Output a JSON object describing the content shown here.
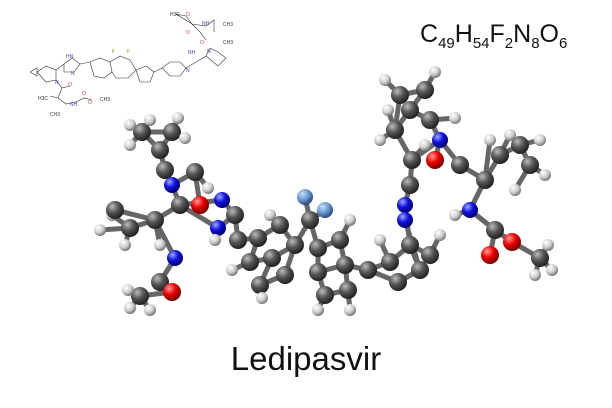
{
  "title": "Ledipasvir",
  "formula": {
    "parts": [
      {
        "el": "C",
        "n": "49"
      },
      {
        "el": "H",
        "n": "54"
      },
      {
        "el": "F",
        "n": "2"
      },
      {
        "el": "N",
        "n": "8"
      },
      {
        "el": "O",
        "n": "6"
      }
    ]
  },
  "structure_labels": {
    "hn": "HN",
    "f1": "F",
    "f2": "F",
    "nh": "NH",
    "n1": "N",
    "n2": "N",
    "n3": "N",
    "n4": "N",
    "o1": "O",
    "o2": "O",
    "o3": "O",
    "o4": "O",
    "o5": "O",
    "o6": "O",
    "nh2": "NH",
    "nh3": "NH",
    "h3c1": "H3C",
    "h3c2": "H3C",
    "ch3a": "CH3",
    "ch3b": "CH3",
    "ch3c": "CH3",
    "ch3d": "CH3"
  },
  "colors": {
    "carbon": "#555555",
    "hydrogen": "#d8d8d8",
    "nitrogen": "#1010e0",
    "oxygen": "#e00000",
    "fluorine": "#6f9fd8"
  }
}
